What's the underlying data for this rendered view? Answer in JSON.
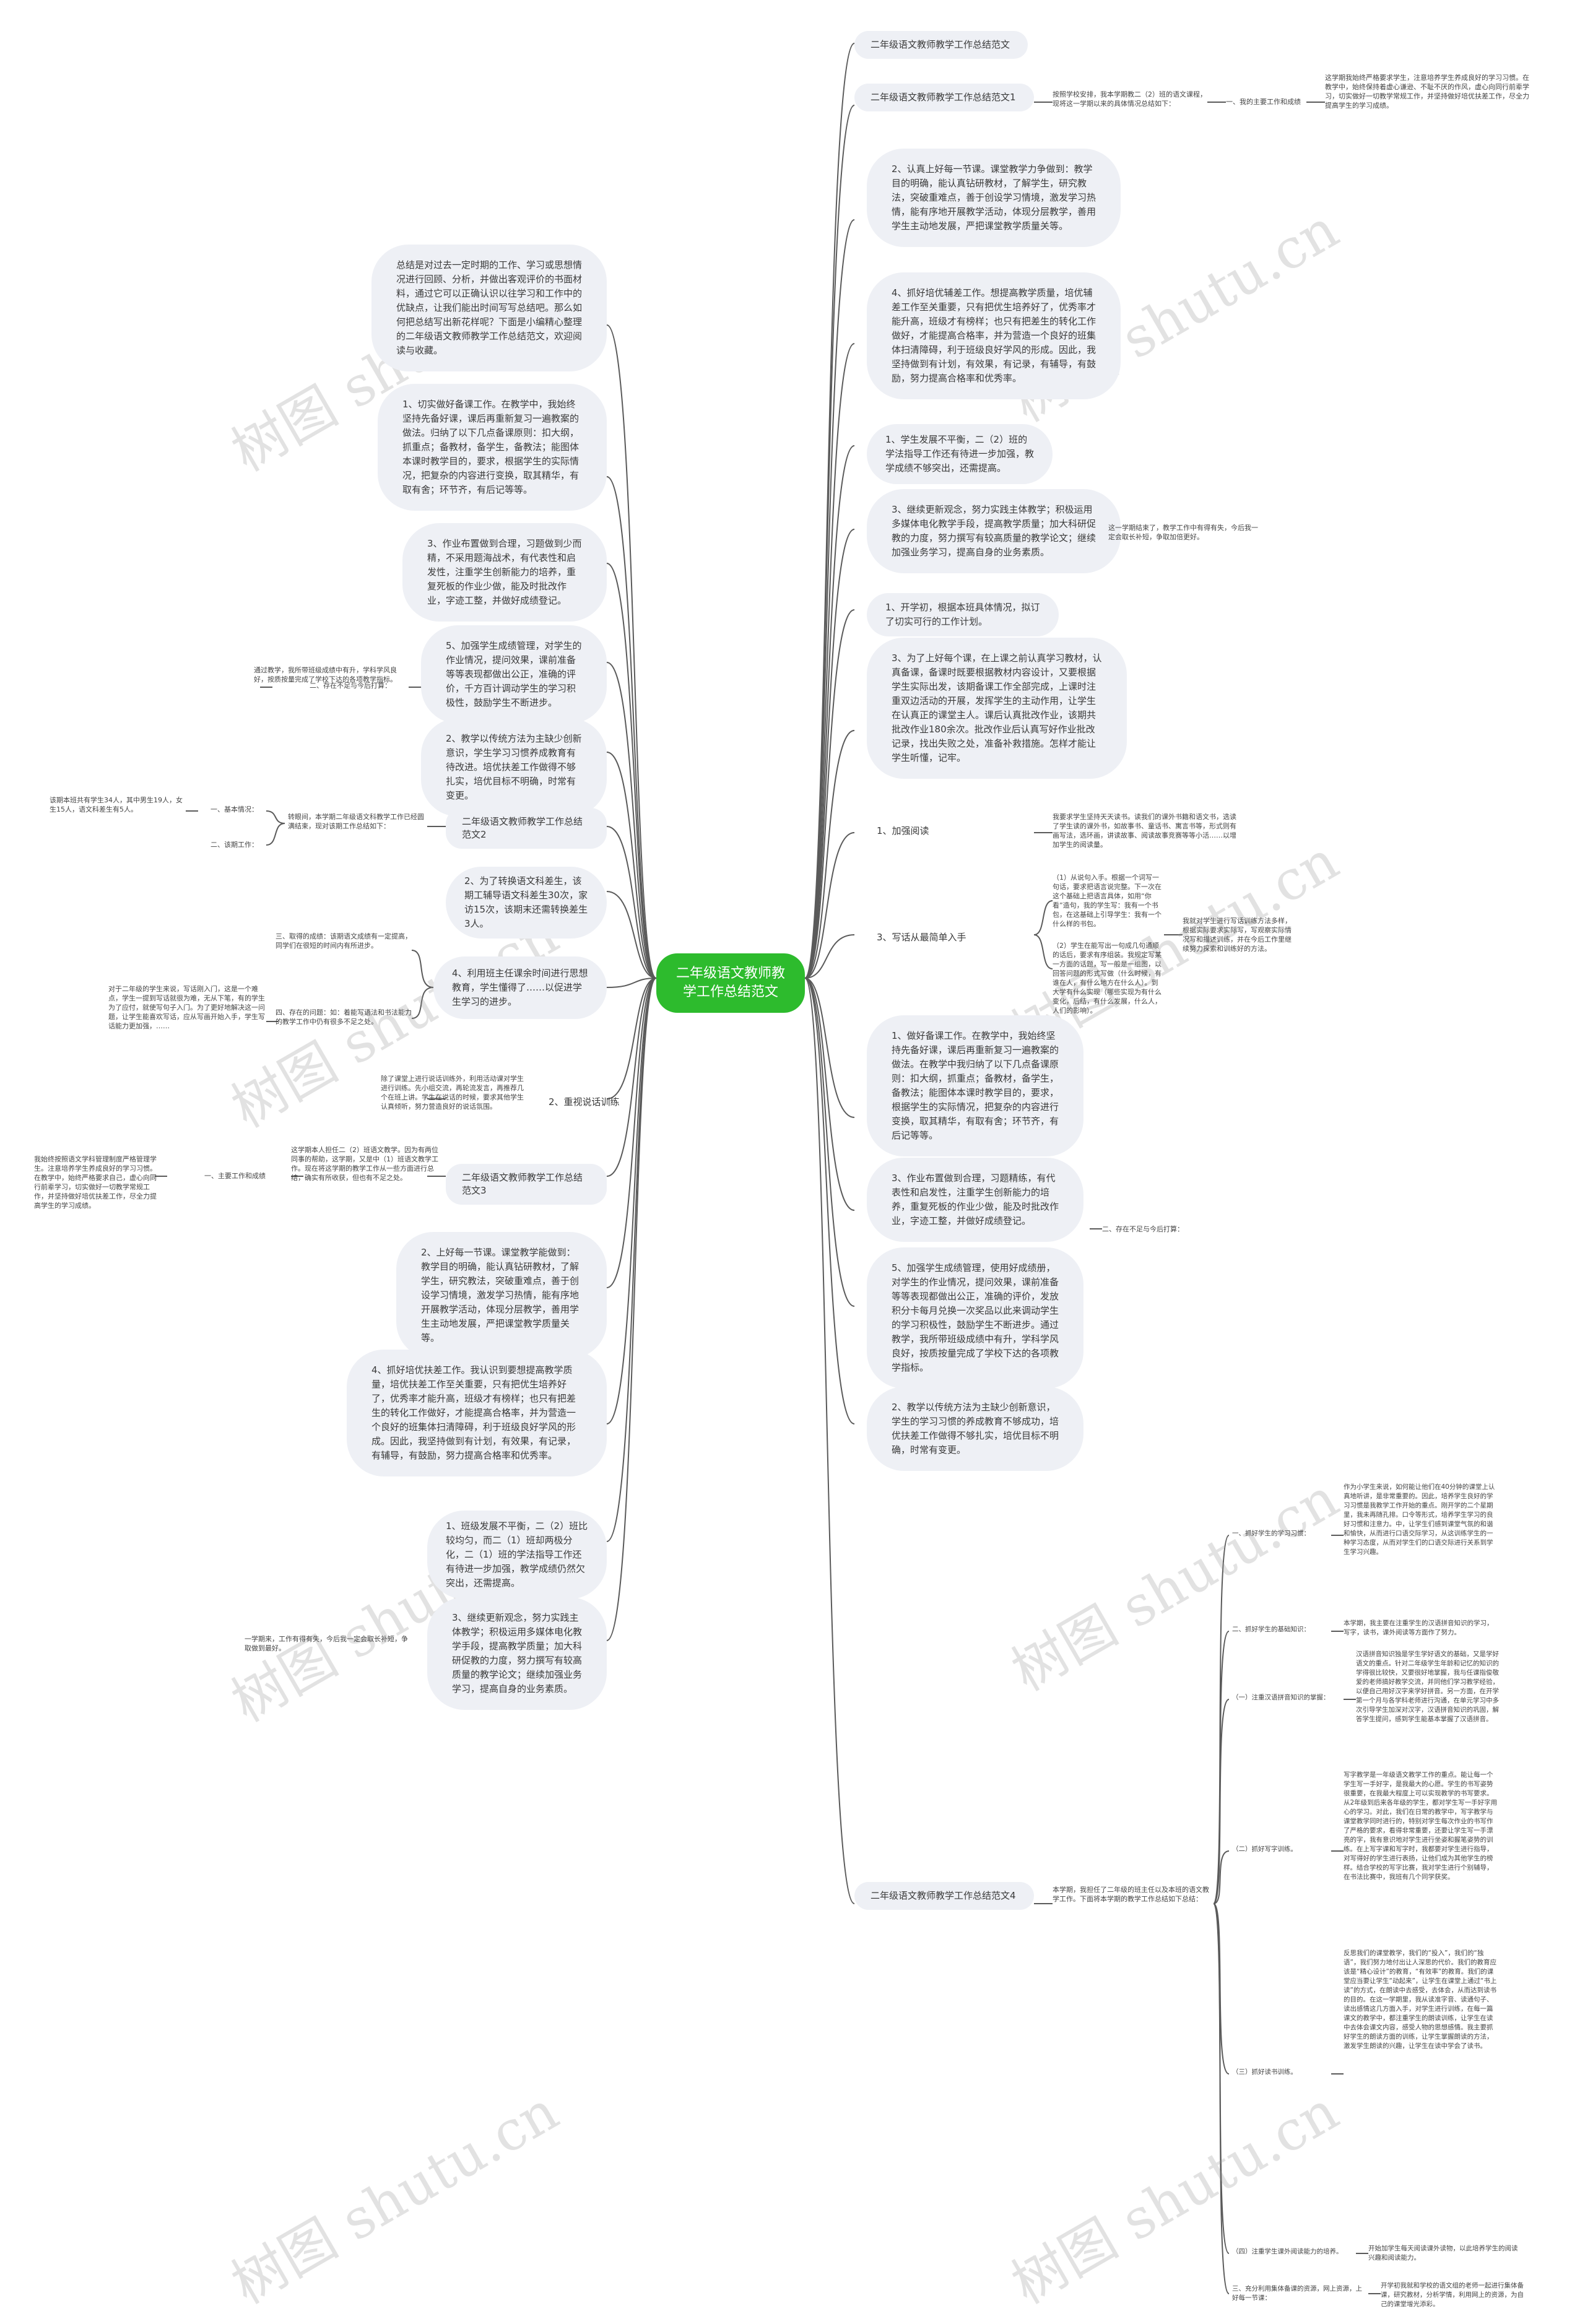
{
  "root": {
    "title": "二年级语文教师教学工作总结范文"
  },
  "watermark": "树图 shutu.cn",
  "right": {
    "r0": "二年级语文教师教学工作总结范文",
    "r1": "二年级语文教师教学工作总结范文1",
    "r1_intro": "按照学校安排，我本学期教二（2）班的语文课程，现将这一学期以来的具体情况总结如下：",
    "r1_key": "一、我的主要工作和成绩",
    "r1_detail": "这学期我始终严格要求学生，注意培养学生养成良好的学习习惯。在教学中，始终保持着虚心谦逊、不耻不厌的作风，虚心向同行前辈学习，切实做好一切教学常规工作，并坚持做好培优扶差工作，尽全力提高学生的学习成绩。",
    "r2": "2、认真上好每一节课。课堂教学力争做到：教学目的明确，能认真钻研教材，了解学生，研究教法，突破重难点，善于创设学习情境，激发学习热情，能有序地开展教学活动，体现分层教学，善用学生主动地发展，严把课堂教学质量关等。",
    "r3": "4、抓好培优辅差工作。想提高教学质量，培优辅差工作至关重要，只有把优生培养好了，优秀率才能升高，班级才有榜样；也只有把差生的转化工作做好，才能提高合格率，并为营造一个良好的班集体扫清障碍，利于班级良好学风的形成。因此，我坚持做到有计划，有效果，有记录，有辅导，有鼓励，努力提高合格率和优秀率。",
    "r4": "1、学生发展不平衡，二（2）班的学法指导工作还有待进一步加强，教学成绩不够突出，还需提高。",
    "r5": "3、继续更新观念，努力实践主体教学；积极运用多媒体电化教学手段，提高教学质量；加大科研促教的力度，努力撰写有较高质量的教学论文；继续加强业务学习，提高自身的业务素质。",
    "r5_side": "这一学期结束了，教学工作中有得有失，今后我一定会取长补短，争取加倍更好。",
    "r6": "1、开学初，根据本班具体情况，拟订了切实可行的工作计划。",
    "r7": "3、为了上好每个课，在上课之前认真学习教材，认真备课，备课时既要根据教材内容设计，又要根据学生实际出发，该期备课工作全部完成，上课时注重双边活动的开展，发挥学生的主动作用，让学生在认真正的课堂主人。课后认真批改作业，该期共批改作业180余次。批改作业后认真写好作业批改记录，找出失败之处，准备补救措施。怎样才能让学生听懂，记牢。",
    "r8_key": "1、加强阅读",
    "r8_detail": "我要求学生坚持天天读书。读我们的课外书籍和语文书，选读了学生读的课外书，如故事书、童话书、寓言书等，形式则有画写法，选环画，讲读故事、阅读故事竞赛等等小活……以增加学生的阅读量。",
    "r9_key": "3、写话从最简单入手",
    "r9_a": "（1）从说句入手。根据一个词写一句话，要求把语言说完整。下一次在这个基础上把语言具体，如用“你看”造句，我的学生写：我有一个书包，在这基础上引导学生：我有一个什么样的书包。",
    "r9_b": "（2）学生在能写出一句成几句通顺的话后，要求有序组装。我规定写某一方面的话题，写一般是一组图，以回答问题的形式写做（什么时候，有谁在人，有什么地方在什么人）。到大学有什么实现（哪些实现为有什么变化，后结，有什么发展，什么人，人们的影响）。",
    "r9_side": "我就对学生进行写话训练方法多样，根据实际要求实际写，写观察实际情况写和描述训练，并在今后工作里继续努力探索和训练好的方法。",
    "r10": "1、做好备课工作。在教学中，我始终坚持先备好课，课后再重新复习一遍教案的做法。在教学中我归纳了以下几点备课原则：扣大纲，抓重点；备教材，备学生，备教法；能图体本课时教学目的，要求，根据学生的实际情况，把复杂的内容进行变换，取其精华，有取有舍；环节齐，有后记等等。",
    "r11": "3、作业布置做到合理，习题精练，有代表性和启发性，注重学生创新能力的培养，重复死板的作业少做，能及时批改作业，字迹工整，并做好成绩登记。",
    "r12": "5、加强学生成绩管理，使用好成绩册，对学生的作业情况，提问效果，课前准备等等表现都做出公正，准确的评价，发放积分卡每月兑换一次奖品以此来调动学生的学习积极性，鼓励学生不断进步。通过教学，我所带班级成绩中有升，学科学风良好，按质按量完成了学校下达的各项教学指标。",
    "r12_side": "二、存在不足与今后打算：",
    "r13": "2、教学以传统方法为主缺少创新意识，学生的学习习惯的养成教育不够成功，培优扶差工作做得不够扎实，培优目标不明确，时常有变更。",
    "r14": "二年级语文教师教学工作总结范文4",
    "r14_intro": "本学期，我担任了二年级的班主任以及本班的语文教学工作。下面将本学期的教学工作总结如下总结：",
    "r14_items": [
      {
        "label": "一、抓好学生的学习习惯：",
        "detail": "作为小学生来说，如何能让他们在40分钟的课堂上认真地听讲，是非常重要的。因此，培养学生良好的学习习惯是我教学工作开始的重点。刚开学的二个星期里，我未再随孔排。口令等形式，培养学生学习的良好习惯和注意力。中，让学生们感到课堂气氛的和谐和愉快，从而进行口语交际学习，从这训练学生的一种学习态度，从而对学生们的口语交际进行关系到学生学习兴趣。"
      },
      {
        "label": "二、抓好学生的基础知识：",
        "detail": "本学期，我主要在注重学生的汉语拼音知识的学习，写字，读书，课外阅读等方面作了努力。"
      },
      {
        "label": "（一）注重汉语拼音知识的掌握：",
        "detail": "汉语拼音知识独是学生学好语文的基础，又是学好语文的重点。针对二年级学生年龄和记忆的知识的学得很比较快，又要很好地掌握，我与任课指俊敬爱的老师搞好教学交流，并同他们学习教学经验，以便自己用好汉字来学好拼音。另一方面，在开学第一个月与各学科老师进行沟通，在单元学习中多次引导学生加深对汉字，汉语拼音知识的巩固，解答学生提问，感到学生能基本掌握了汉语拼音。"
      },
      {
        "label": "（二）抓好写字训练。",
        "detail": "写字教学是一年级语文教学工作的重点。能让每一个学生写一手好字，是我最大的心愿。学生的书写姿势很重要，在我最大程度上可以实现教学的书写要求。从2年级到后来各年级的学生，都对学生写一手好字用心的学习。对此，我们在日常的教学中，写字教学与课堂教学同时进行的，特别对学生每次作业的书写作了严格的要求，看得非常重要，还要让学生写一手漂亮的字，我有意识地对学生进行坐姿和握笔姿势的训练。在上写字课和写字时，我都要对学生进行指导，对写得好的学生进行表扬，让他们成为其他学生的榜样。结合学校的写字比赛，我对学生进行个别辅导，在书法比赛中，我班有几个同学获奖。"
      },
      {
        "label": "（三）抓好读书训练。",
        "detail": "反思我们的课堂教学，我们的“投入”，我们的“独语”，我们努力地付出让人深思的代价。我们的教育应该是“精心设计”的教育，“有效率”的教育。我们的课堂应当要让学生“动起来”，让学生在课堂上通过“书上读”的方式，在朗读中去感受，去体会，从而达到读书的目的。在这一学期里，我从读准字音、读通句子、读出感情这几方面入手，对学生进行训练，在每一篇课文的教学中，都注重学生的朗读训练，让学生在读中去体会课文内容，感受人物的思想感情。我主要抓好学生的朗读方面的训练，让学生掌握朗读的方法，激发学生朗读的兴趣，让学生在读中学会了读书。"
      },
      {
        "label": "（四）注重学生课外阅读能力的培养。",
        "detail": "开始加学生每天阅读课外读物，以此培养学生的阅读兴趣和阅读能力。"
      },
      {
        "label": "三、充分利用集体备课的资源，网上资源，上好每一节课：",
        "detail": "开学初我就和学校的语文组的老师一起进行集体备课，研究教材，分析学情，利用网上的资源，为自己的课堂增光添彩。"
      }
    ]
  },
  "left": {
    "l1": "总结是对过去一定时期的工作、学习或思想情况进行回顾、分析，并做出客观评价的书面材料，通过它可以正确认识以往学习和工作中的优缺点，让我们能出时间写写总结吧。那么如何把总结写出新花样呢？下面是小编精心整理的二年级语文教师教学工作总结范文，欢迎阅读与收藏。",
    "l2": "1、切实做好备课工作。在教学中，我始终坚持先备好课，课后再重新复习一遍教案的做法。归纳了以下几点备课原则：扣大纲，抓重点；备教材，备学生，备教法；能图体本课时教学目的，要求，根据学生的实际情况，把复杂的内容进行变换，取其精华，有取有舍；环节齐，有后记等等。",
    "l3": "3、作业布置做到合理，习题做到少而精，不采用题海战术，有代表性和启发性，注重学生创新能力的培养，重复死板的作业少做，能及时批改作业，字迹工整，并做好成绩登记。",
    "l4": "5、加强学生成绩管理，对学生的作业情况，提问效果，课前准备等等表现都做出公正，准确的评价，千方百计调动学生的学习积极性，鼓励学生不断进步。",
    "l4_side": "通过教学，我所带班级成绩中有升，学科学风良好，按质按量完成了学校下达的各项教学指标。",
    "l4_key": "二、存在不足与今后打算：",
    "l5": "2、教学以传统方法为主缺少创新意识，学生学习习惯养成教育有待改进。培优扶差工作做得不够扎实，培优目标不明确，时常有变更。",
    "l6": "二年级语文教师教学工作总结范文2",
    "l6_intro": "转眼间，本学期二年级语文科教学工作已经圆满结束，现对该期工作总结如下：",
    "l6_k1": "一、基本情况：",
    "l6_k1_detail": "该期本班共有学生34人，其中男生19人，女生15人，语文科差生有5人。",
    "l6_k2": "二、该期工作：",
    "l7": "2、为了转换语文科差生，该期工辅导语文科差生30次，家访15次，该期末还需转换差生3人。",
    "l8": "4、利用班主任课余时间进行思想教育，学生懂得了……以促进学生学习的进步。",
    "l8_side1": "三、取得的成绩：该期语文成绩有一定提高，同学们在很短的时间内有所进步。",
    "l8_side2": "四、存在的问题：如：着能写语法和书法能力的教学工作中仍有很多不足之处。",
    "l8_side3": "对于二年级的学生来说，写话刚入门，这是一个难点，学生一提到写话就很为难，无从下笔，有的学生为了应付，就使写句子入门。为了更好地解决这一问题，让学生能喜欢写话，应从写画开始入手，学生写话能力更加强，……",
    "l9": "2、重视说话训练",
    "l9_side": "除了课堂上进行说话训练外，利用活动课对学生进行训练。先小组交流，再轮流发言，再推荐几个在班上讲。学生在说话的时候，要求其他学生认真倾听，努力营造良好的说话氛围。",
    "l10": "二年级语文教师教学工作总结范文3",
    "l10_intro": "这学期本人担任二（2）班语文教学。因为有两位同事的帮助，这学期，又是中（1）班语文教学工作。现在将这学期的教学工作从一些方面进行总结，确实有所收获，但也有不足之处。",
    "l10_key": "一、主要工作和成绩",
    "l10_detail": "我始终按照语文学科管理制度严格管理学生。注意培养学生养成良好的学习习惯。在教学中，始终严格要求自己，虚心向同行前辈学习，切实做好一切教学常规工作，并坚持做好培优扶差工作，尽全力提高学生的学习成绩。",
    "l11": "2、上好每一节课。课堂教学能做到：教学目的明确，能认真钻研教材，了解学生，研究教法，突破重难点，善于创设学习情境，激发学习热情，能有序地开展教学活动，体现分层教学，善用学生主动地发展，严把课堂教学质量关等。",
    "l12": "4、抓好培优扶差工作。我认识到要想提高教学质量，培优扶差工作至关重要，只有把优生培养好了，优秀率才能升高，班级才有榜样；也只有把差生的转化工作做好，才能提高合格率，并为营造一个良好的班集体扫清障碍，利于班级良好学风的形成。因此，我坚持做到有计划，有效果，有记录，有辅导，有鼓励，努力提高合格率和优秀率。",
    "l13": "1、班级发展不平衡，二（2）班比较均匀，而二（1）班却两极分化，二（1）班的学法指导工作还有待进一步加强，教学成绩仍然欠突出，还需提高。",
    "l14": "3、继续更新观念，努力实践主体教学；积极运用多媒体电化教学手段，提高教学质量；加大科研促教的力度，努力撰写有较高质量的教学论文；继续加强业务学习，提高自身的业务素质。",
    "l14_side": "一学期来，工作有得有失，今后我一定会取长补短，争取做到最好。"
  }
}
